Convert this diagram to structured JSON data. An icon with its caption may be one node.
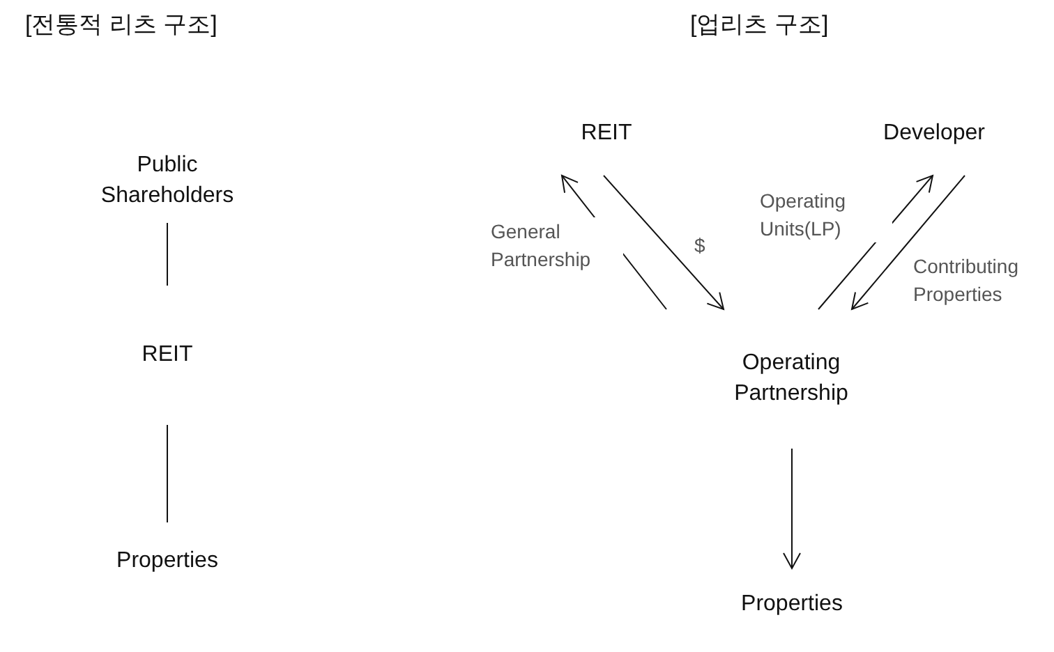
{
  "diagram": {
    "nodes": [
      {
        "text": [
          "Public Shareholders"
        ]
      },
      {
        "text": [
          "REIT"
        ]
      },
      {
        "text": [
          "Properties"
        ]
      },
      {
        "text": [
          "REIT"
        ]
      },
      {
        "text": [
          "Developer"
        ]
      },
      {
        "text": [
          "Operating Partnership"
        ]
      },
      {
        "text": [
          "Properties"
        ]
      }
    ],
    "edges": [
      {
        "from": 0,
        "to": 1,
        "arrow": "none"
      },
      {
        "from": 1,
        "to": 2,
        "arrow": "none"
      },
      {
        "from": 5,
        "to": 3,
        "arrow": "to",
        "label": "General Partnership"
      },
      {
        "from": 3,
        "to": 5,
        "arrow": "to",
        "label": "$"
      },
      {
        "from": 5,
        "to": 4,
        "arrow": "to",
        "label": "Operating Units(LP)"
      },
      {
        "from": 4,
        "to": 5,
        "arrow": "to",
        "label": "Contributing Properties"
      },
      {
        "from": 5,
        "to": 6,
        "arrow": "to"
      }
    ],
    "labels": [
      "[전통적 리츠 구조]",
      "[업리츠 구조]"
    ]
  }
}
